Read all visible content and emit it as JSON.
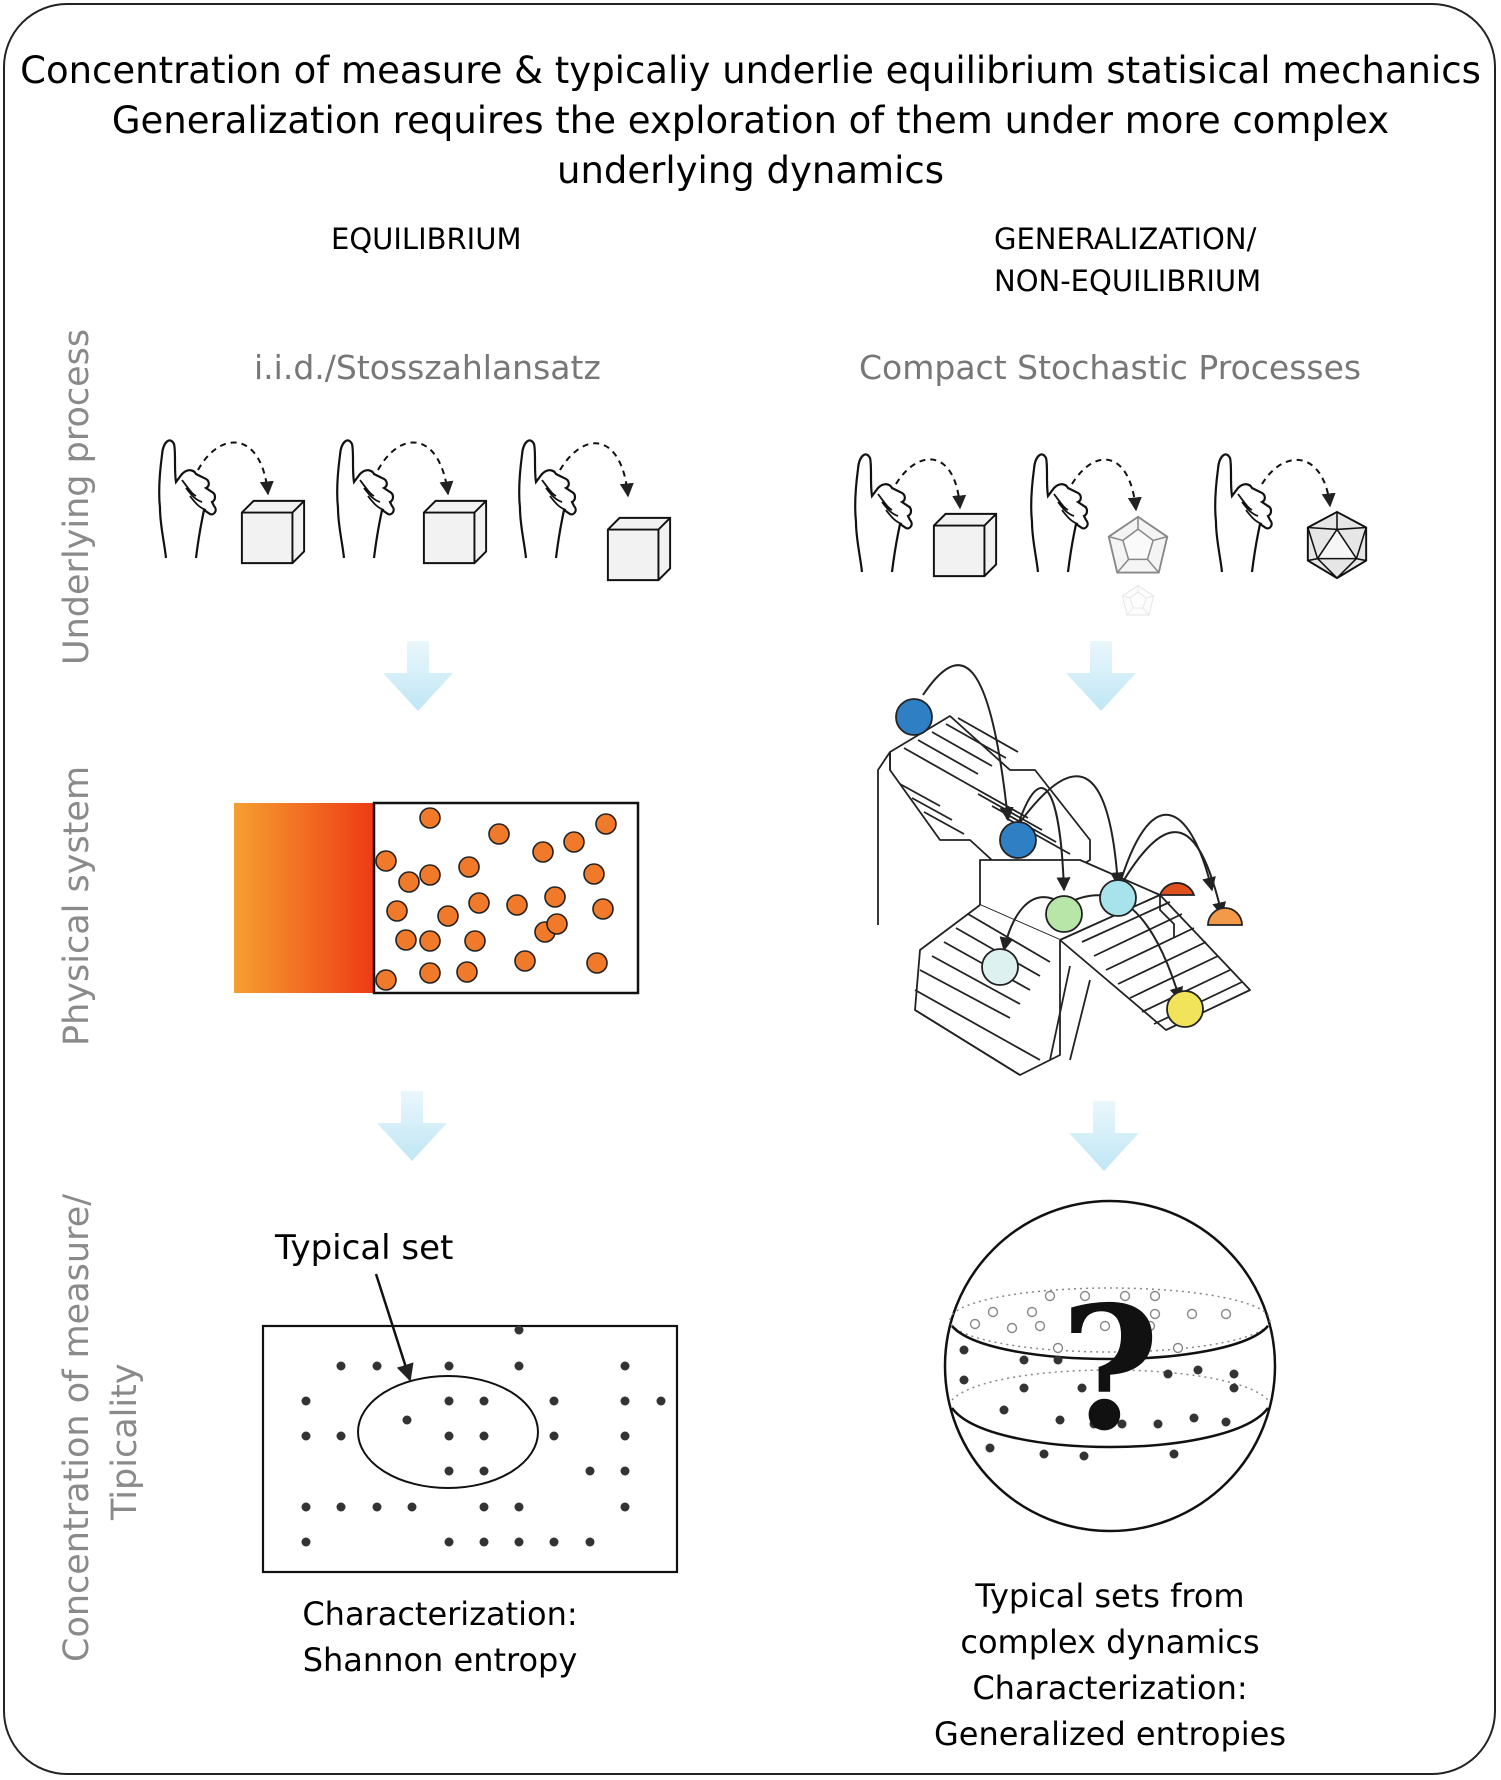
{
  "title": {
    "line1": "Concentration of measure & typicaliy underlie equilibrium statisical mechanics",
    "line2": "Generalization requires the exploration of them under more complex",
    "line3": "underlying dynamics"
  },
  "columns": {
    "left": {
      "header": "EQUILIBRIUM",
      "process": "i.i.d./Stosszahlansatz"
    },
    "right": {
      "header_line1": "GENERALIZATION/",
      "header_line2": "NON-EQUILIBRIUM",
      "process": "Compact Stochastic Processes"
    }
  },
  "row_labels": {
    "underlying": "Underlying process",
    "physical": "Physical system",
    "concentration_line1": "Concentration of measure/",
    "concentration_line2": "Tipicality"
  },
  "left_bottom": {
    "typical_set_label": "Typical set",
    "caption_line1": "Characterization:",
    "caption_line2": "Shannon entropy"
  },
  "right_bottom": {
    "question_mark": "?",
    "caption_line1": "Typical sets from",
    "caption_line2": "complex dynamics",
    "caption_line3": "Characterization:",
    "caption_line4": "Generalized entropies"
  },
  "colors": {
    "arrow": "#bfe6f5",
    "particle": "#f07a2a",
    "heat_start": "#f5a030",
    "heat_end": "#ee3a14",
    "ball_blue": "#2f7fc4",
    "ball_green": "#b8e6a8",
    "ball_cyan": "#a8e2ea",
    "ball_red": "#e0501c",
    "ball_orange": "#f29a4a",
    "ball_pale": "#ddf2f0",
    "ball_yellow": "#f1e35a",
    "dot": "#333333",
    "row_label": "#8a8a8a"
  },
  "icons": [
    "hand-throwing-die-icon",
    "cube-die-icon",
    "dodecahedron-die-icon",
    "icosahedron-die-icon",
    "sphere-icon"
  ]
}
